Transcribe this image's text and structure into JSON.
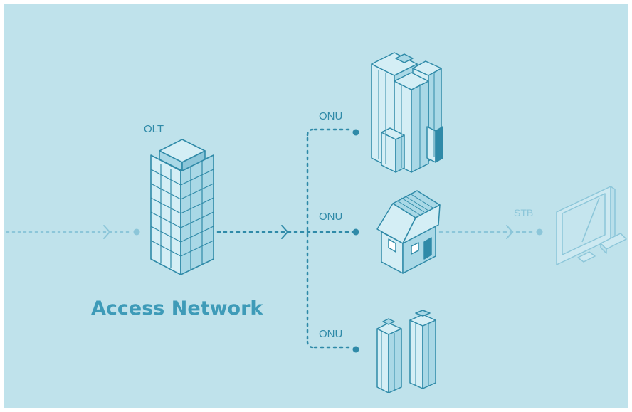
{
  "diagram": {
    "title": "Access Network",
    "nodes": {
      "olt": {
        "label": "OLT",
        "icon": "olt-tower-icon"
      },
      "onu_top": {
        "label": "ONU",
        "icon": "skyscraper-cluster-icon"
      },
      "onu_mid": {
        "label": "ONU",
        "icon": "house-icon"
      },
      "onu_bottom": {
        "label": "ONU",
        "icon": "twin-towers-icon"
      },
      "stb": {
        "label": "STB",
        "icon": "monitor-icon"
      }
    },
    "colors": {
      "background": "#bfe2eb",
      "line": "#2f8aa8",
      "faint": "#8cc6d9",
      "building_face": "#d4eef5",
      "building_side": "#a9d8e6"
    }
  }
}
